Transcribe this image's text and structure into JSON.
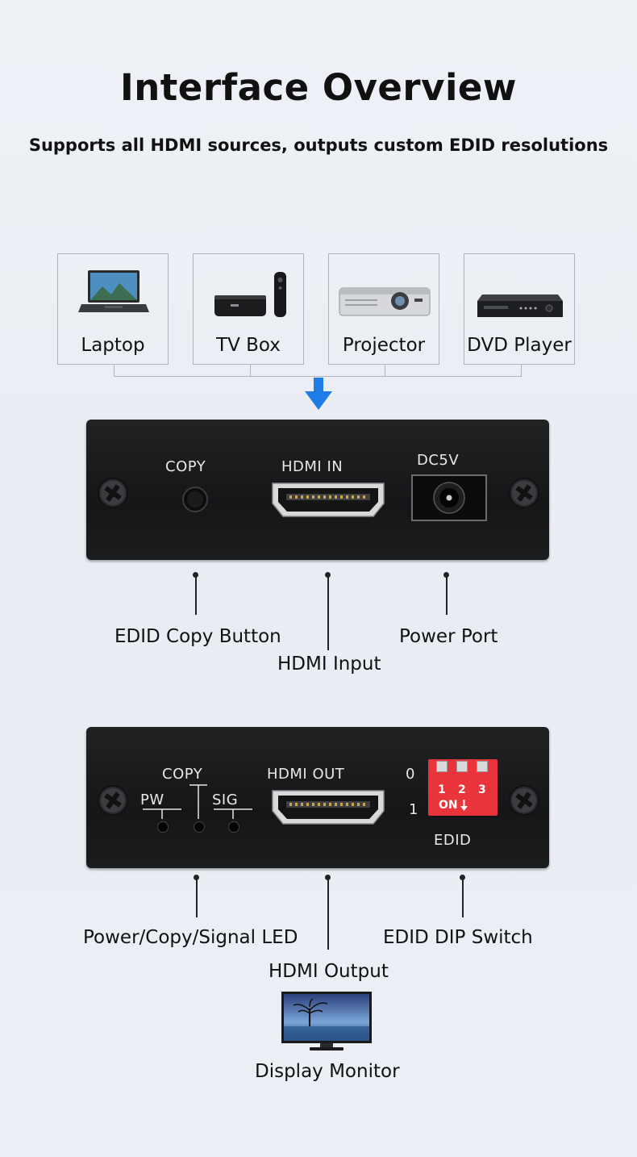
{
  "header": {
    "title": "Interface Overview",
    "subtitle": "Supports all HDMI sources, outputs custom EDID resolutions"
  },
  "sources": [
    {
      "label": "Laptop",
      "icon": "laptop-icon"
    },
    {
      "label": "TV Box",
      "icon": "tv-box-icon"
    },
    {
      "label": "Projector",
      "icon": "projector-icon"
    },
    {
      "label": "DVD Player",
      "icon": "dvd-player-icon"
    }
  ],
  "input_panel": {
    "copy": "COPY",
    "hdmi_in": "HDMI IN",
    "dc": "DC5V"
  },
  "input_callouts": {
    "copy_button": "EDID Copy Button",
    "hdmi_input": "HDMI Input",
    "power_port": "Power Port"
  },
  "output_panel": {
    "copy": "COPY",
    "pw": "PW",
    "sig": "SIG",
    "hdmi_out": "HDMI OUT",
    "zero": "0",
    "one": "1",
    "dip_numbers": [
      "1",
      "2",
      "3"
    ],
    "on": "ON",
    "edid": "EDID"
  },
  "output_callouts": {
    "led": "Power/Copy/Signal LED",
    "hdmi_output": "HDMI Output",
    "dip_switch": "EDID DIP Switch"
  },
  "display": {
    "label": "Display Monitor"
  },
  "colors": {
    "arrow": "#1f7be6",
    "dip_switch": "#e8343a",
    "device_body": "#1a1b1d"
  }
}
